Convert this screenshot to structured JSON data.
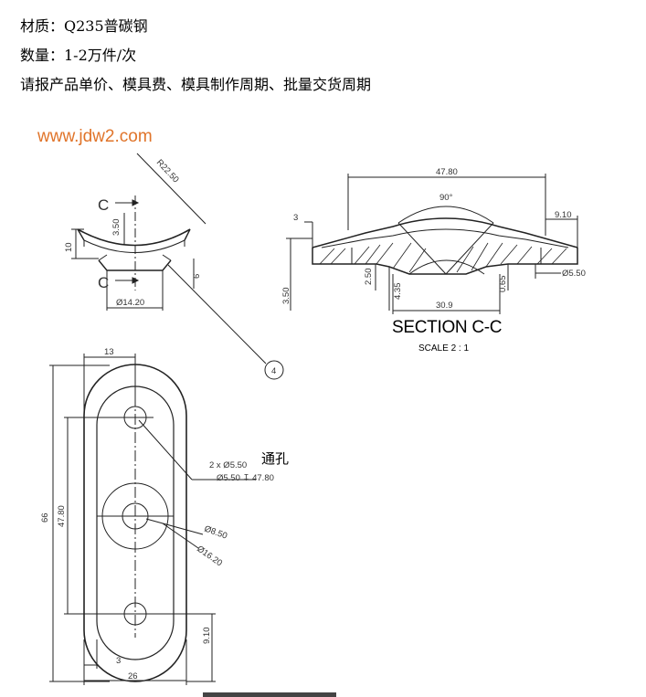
{
  "spec": {
    "material": "材质：Q235普碳钢",
    "quantity": "数量：1-2万件/次",
    "request": "请报产品单价、模具费、模具制作周期、批量交货周期"
  },
  "watermark": "www.jdw2.com",
  "section": {
    "title": "SECTION C-C",
    "scale": "SCALE 2 : 1"
  },
  "callouts": {
    "through_hole": "通孔",
    "balloon": "4"
  },
  "dims": {
    "r22_50": "R22.50",
    "d3_50_top": "3.50",
    "d10": "10",
    "d6": "6",
    "d14_20": "Ø14.20",
    "c_label": "C",
    "d47_80_top": "47.80",
    "d90deg": "90°",
    "d9_10_top": "9.10",
    "d3": "3",
    "d3_50_left": "3.50",
    "d2_50": "2.50",
    "d4_35": "4.35",
    "d30_9": "30.9",
    "d0_65": "0.65",
    "d5_50": "Ø5.50",
    "d13": "13",
    "d66": "66",
    "d47_80_left": "47.80",
    "hole_note_1": "2 x Ø5.50",
    "hole_note_2": "Ø5.50 ↧ 47.80",
    "d8_50": "Ø8.50",
    "d16_20": "Ø16.20",
    "d9_10_bottom": "9.10",
    "d3_bottom": "3",
    "d26": "26"
  }
}
